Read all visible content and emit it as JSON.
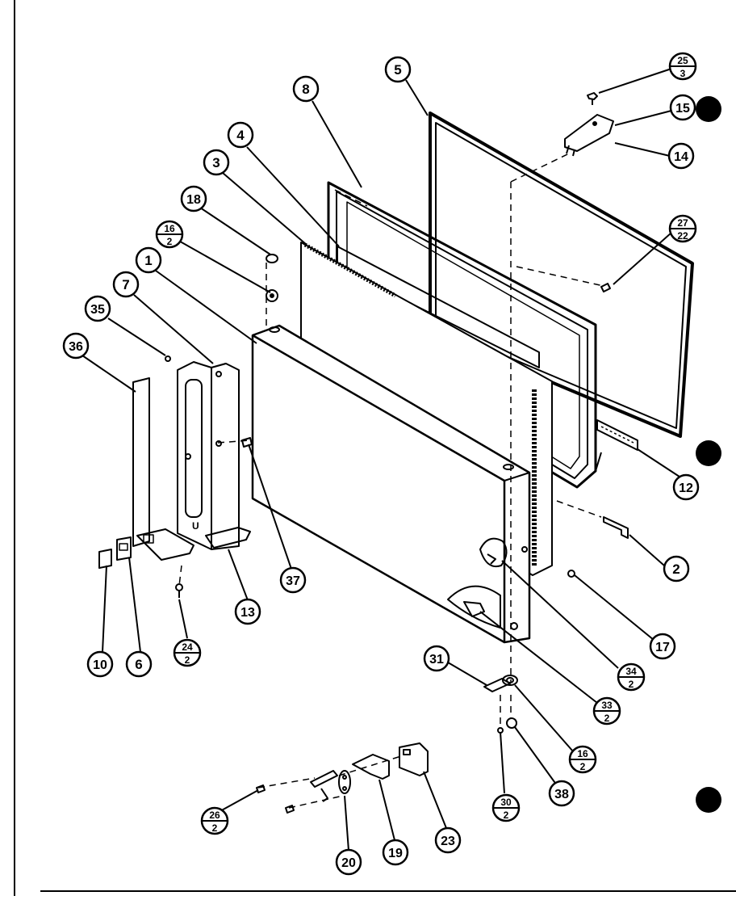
{
  "diagram": {
    "callouts": [
      {
        "id": "c1",
        "label": "1"
      },
      {
        "id": "c2",
        "label": "2"
      },
      {
        "id": "c3",
        "label": "3"
      },
      {
        "id": "c4",
        "label": "4"
      },
      {
        "id": "c5",
        "label": "5"
      },
      {
        "id": "c6",
        "label": "6"
      },
      {
        "id": "c7",
        "label": "7"
      },
      {
        "id": "c8",
        "label": "8"
      },
      {
        "id": "c10",
        "label": "10"
      },
      {
        "id": "c12",
        "label": "12"
      },
      {
        "id": "c13",
        "label": "13"
      },
      {
        "id": "c14",
        "label": "14"
      },
      {
        "id": "c15",
        "label": "15"
      },
      {
        "id": "c17",
        "label": "17"
      },
      {
        "id": "c18",
        "label": "18"
      },
      {
        "id": "c19",
        "label": "19"
      },
      {
        "id": "c20",
        "label": "20"
      },
      {
        "id": "c23",
        "label": "23"
      },
      {
        "id": "c31",
        "label": "31"
      },
      {
        "id": "c35",
        "label": "35"
      },
      {
        "id": "c36",
        "label": "36"
      },
      {
        "id": "c37",
        "label": "37"
      },
      {
        "id": "c38",
        "label": "38"
      }
    ],
    "fraction_callouts": [
      {
        "id": "f25",
        "num": "25",
        "den": "3"
      },
      {
        "id": "f27",
        "num": "27",
        "den": "22"
      },
      {
        "id": "f16a",
        "num": "16",
        "den": "2"
      },
      {
        "id": "f24",
        "num": "24",
        "den": "2"
      },
      {
        "id": "f34",
        "num": "34",
        "den": "2"
      },
      {
        "id": "f33",
        "num": "33",
        "den": "2"
      },
      {
        "id": "f16b",
        "num": "16",
        "den": "2"
      },
      {
        "id": "f30",
        "num": "30",
        "den": "2"
      },
      {
        "id": "f26",
        "num": "26",
        "den": "2"
      }
    ]
  },
  "colors": {
    "ink": "#000000",
    "paper": "#ffffff"
  }
}
